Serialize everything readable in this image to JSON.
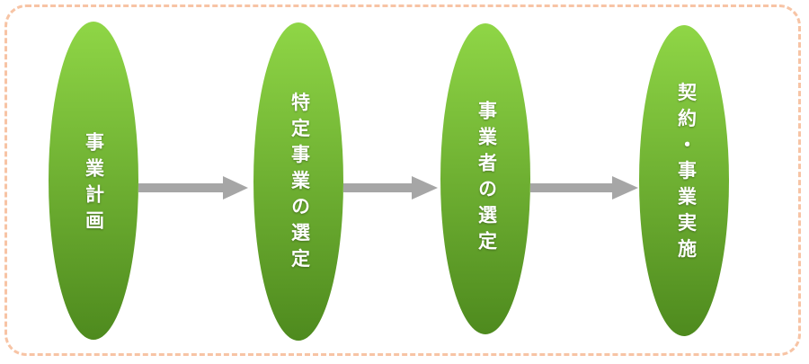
{
  "steps": [
    {
      "label": "事業計画"
    },
    {
      "label": "特定事業の選定"
    },
    {
      "label": "事業者の選定"
    },
    {
      "label": "契約・事業実施"
    }
  ],
  "colors": {
    "node_top": "#8fd646",
    "node_bottom": "#4e8a1e",
    "arrow": "#a6a6a6",
    "frame_border": "#f7c4a5"
  }
}
